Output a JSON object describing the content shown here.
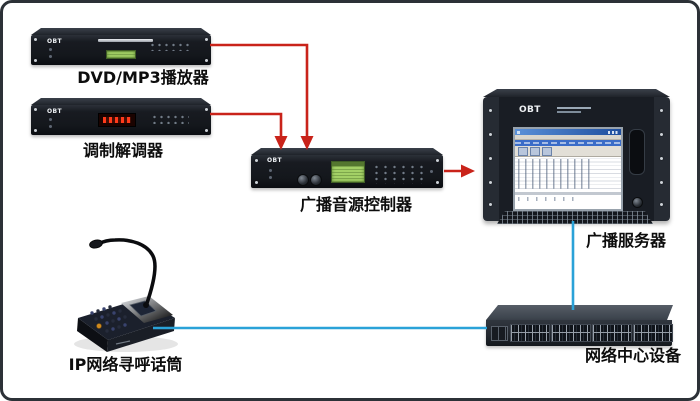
{
  "brand": "OBT",
  "colors": {
    "signal_red": "#c9231a",
    "network_blue": "#2aa2d8"
  },
  "devices": {
    "dvd_player": {
      "label": "DVD/MP3播放器",
      "brand": "OBT"
    },
    "modem": {
      "label": "调制解调器",
      "brand": "OBT"
    },
    "audio_controller": {
      "label": "广播音源控制器",
      "brand": "OBT"
    },
    "broadcast_server": {
      "label": "广播服务器",
      "brand": "OBT"
    },
    "ip_paging_mic": {
      "label": "IP网络寻呼话筒"
    },
    "network_switch": {
      "label": "网络中心设备"
    }
  },
  "connections": [
    {
      "from": "dvd_player",
      "to": "audio_controller",
      "kind": "audio",
      "color": "red"
    },
    {
      "from": "modem",
      "to": "audio_controller",
      "kind": "audio",
      "color": "red"
    },
    {
      "from": "audio_controller",
      "to": "broadcast_server",
      "kind": "audio",
      "color": "red"
    },
    {
      "from": "broadcast_server",
      "to": "network_switch",
      "kind": "network",
      "color": "blue"
    },
    {
      "from": "ip_paging_mic",
      "to": "network_switch",
      "kind": "network",
      "color": "blue"
    }
  ]
}
